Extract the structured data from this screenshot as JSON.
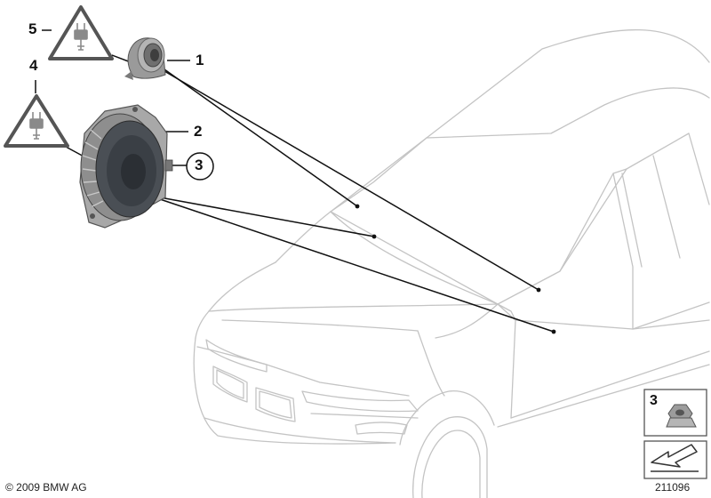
{
  "callouts": {
    "item1": "1",
    "item2": "2",
    "item3": "3",
    "item4": "4",
    "item5": "5",
    "legend_item": "3"
  },
  "footer": {
    "copyright": "© 2009 BMW AG",
    "diagram_number": "211096"
  },
  "colors": {
    "car_outline": "#c4c4c4",
    "leader_line": "#111111",
    "warning_triangle": "#555555"
  },
  "icons": [
    "electrical-plug-warning-icon",
    "tweeter-speaker",
    "midrange-speaker",
    "hex-nut-icon",
    "arrow-direction-icon"
  ]
}
